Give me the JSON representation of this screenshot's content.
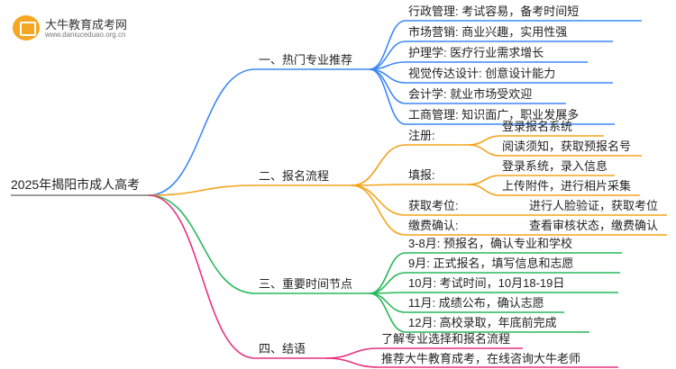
{
  "logo": {
    "title": "大牛教育成考网",
    "url": "www.daniuceduao.org.cn"
  },
  "root": "2025年揭阳市成人高考",
  "branches": [
    {
      "label": "一、热门专业推荐",
      "color": "#3d87f5",
      "children": [
        {
          "label": "行政管理: 考试容易，备考时间短"
        },
        {
          "label": "市场营销: 商业兴趣，实用性强"
        },
        {
          "label": "护理学: 医疗行业需求增长"
        },
        {
          "label": "视觉传达设计: 创意设计能力"
        },
        {
          "label": "会计学: 就业市场受欢迎"
        },
        {
          "label": "工商管理: 知识面广，职业发展多"
        }
      ]
    },
    {
      "label": "二、报名流程",
      "color": "#f5a31b",
      "children": [
        {
          "label": "注册:",
          "children": [
            {
              "label": "登录报名系统"
            },
            {
              "label": "阅读须知，获取预报名号"
            }
          ]
        },
        {
          "label": "填报:",
          "children": [
            {
              "label": "登录系统，录入信息"
            },
            {
              "label": "上传附件，进行相片采集"
            }
          ]
        },
        {
          "label": "获取考位:",
          "children": [
            {
              "label": "进行人脸验证，获取考位"
            }
          ]
        },
        {
          "label": "缴费确认:",
          "children": [
            {
              "label": "查看审核状态，缴费确认"
            }
          ]
        }
      ]
    },
    {
      "label": "三、重要时间节点",
      "color": "#27b95a",
      "children": [
        {
          "label": "3-8月: 预报名，确认专业和学校"
        },
        {
          "label": "9月: 正式报名，填写信息和志愿"
        },
        {
          "label": "10月: 考试时间，10月18-19日"
        },
        {
          "label": "11月: 成绩公布，确认志愿"
        },
        {
          "label": "12月: 高校录取，年底前完成"
        }
      ]
    },
    {
      "label": "四、结语",
      "color": "#e8307e",
      "children": [
        {
          "label": "了解专业选择和报名流程"
        },
        {
          "label": "推荐大牛教育成考，在线咨询大牛老师"
        }
      ]
    }
  ]
}
